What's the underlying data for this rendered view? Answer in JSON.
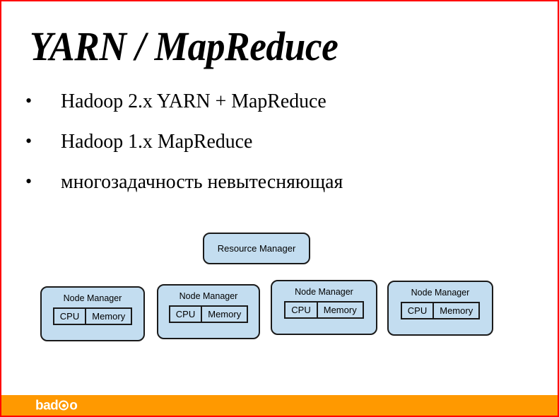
{
  "slide": {
    "title": "YARN / MapReduce",
    "border_color": "#ff0000",
    "background": "#ffffff"
  },
  "bullets": [
    {
      "marker": "•",
      "text": "Hadoop 2.x YARN + MapReduce"
    },
    {
      "marker": "•",
      "text": "Hadoop 1.x MapReduce"
    },
    {
      "marker": "•",
      "text": "многозадачность невытесняющая"
    }
  ],
  "diagram": {
    "box_fill": "#c3ddf0",
    "box_border": "#1a1a1a",
    "resource_manager": {
      "label": "Resource Manager"
    },
    "node_managers": [
      {
        "label": "Node Manager",
        "cpu": "CPU",
        "memory": "Memory"
      },
      {
        "label": "Node Manager",
        "cpu": "CPU",
        "memory": "Memory"
      },
      {
        "label": "Node Manager",
        "cpu": "CPU",
        "memory": "Memory"
      },
      {
        "label": "Node Manager",
        "cpu": "CPU",
        "memory": "Memory"
      }
    ]
  },
  "footer": {
    "bar_color": "#ff9900",
    "logo_part_a": "bad",
    "logo_part_b": "o"
  }
}
